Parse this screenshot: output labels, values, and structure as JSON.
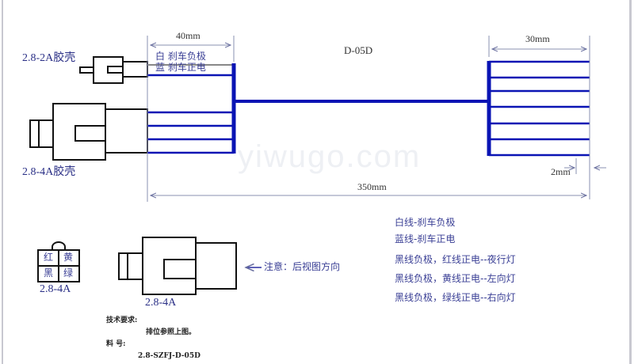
{
  "title": "D-05D",
  "connectors": {
    "top_label": "2.8-2A胶壳",
    "bottom_label": "2.8-4A胶壳",
    "face_label": "2.8-4A",
    "side_label": "2.8-4A",
    "face_pins": [
      "红",
      "黄",
      "黑",
      "绿"
    ]
  },
  "wire_labels": {
    "white": "白  刹车负极",
    "blue": "蓝  刹车正电"
  },
  "dimensions": {
    "left": "40mm",
    "right": "30mm",
    "total": "350mm",
    "strip": "2mm"
  },
  "view_note": "注意：后视图方向",
  "legend": [
    "白线-刹车负极",
    "蓝线-刹车正电",
    "黑线负极，红线正电--夜行灯",
    "黑线负极，黄线正电--左向灯",
    "黑线负极，绿线正电--右向灯"
  ],
  "tech": {
    "req_title": "技术要求:",
    "req_text": "排位参照上图。",
    "part_label": "料      号:",
    "part_no": "2.8-SZFJ-D-05D"
  },
  "watermark": "yiwugo.com",
  "colors": {
    "wire": "#0a14b4",
    "line": "#111111",
    "dim": "#8a90b0"
  }
}
